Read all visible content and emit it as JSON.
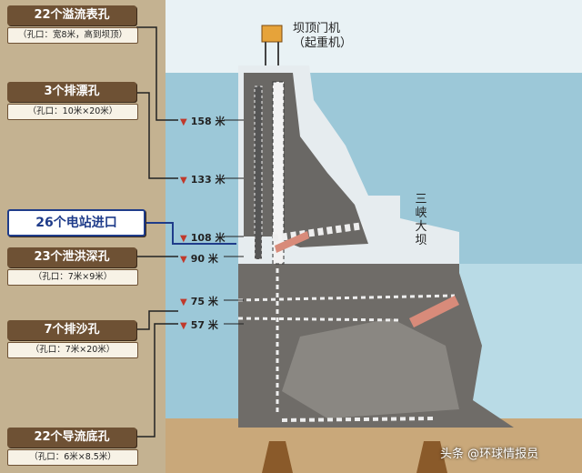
{
  "colors": {
    "background": "#c9b89a",
    "water": "#9cc8d8",
    "concrete": "#e6ecef",
    "rock": "#6f6c68",
    "label_bg": "#6e5134",
    "highlight_border": "#1f3c8a",
    "elevation_arrow": "#c0392b",
    "gantry": "#e6a33a"
  },
  "crane": {
    "line1": "坝顶门机",
    "line2": "（起重机）"
  },
  "dam_name": [
    "三",
    "峡",
    "大",
    "坝"
  ],
  "outlets": [
    {
      "label": "22个溢流表孔",
      "spec": "（孔口：宽8米，高到坝顶）"
    },
    {
      "label": "3个排漂孔",
      "spec": "（孔口：10米×20米）"
    },
    {
      "label": "26个电站进口",
      "spec": ""
    },
    {
      "label": "23个泄洪深孔",
      "spec": "（孔口：7米×9米）"
    },
    {
      "label": "7个排沙孔",
      "spec": "（孔口：7米×20米）"
    },
    {
      "label": "22个导流底孔",
      "spec": "（孔口：6米×8.5米）"
    }
  ],
  "elevations": [
    "158 米",
    "133 米",
    "108 米",
    "90 米",
    "75 米",
    "57 米"
  ],
  "watermark": "头条 @环球情报员"
}
